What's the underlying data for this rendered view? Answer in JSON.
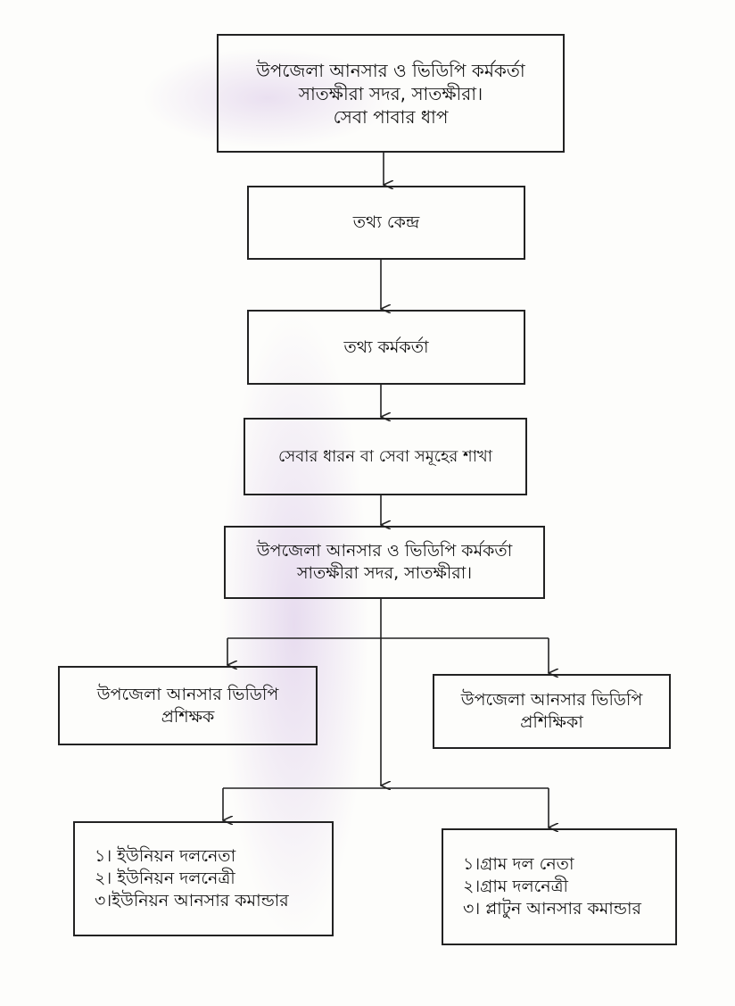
{
  "boxes": {
    "header": {
      "line1": "উপজেলা আনসার ও ভিডিপি কর্মকর্তা",
      "line2": "সাতক্ষীরা সদর, সাতক্ষীরা।",
      "line3": "সেবা পাবার ধাপ"
    },
    "info_center": "তথ্য কেন্দ্র",
    "info_officer": "তথ্য কর্মকর্তা",
    "service_branch": "সেবার ধারন বা সেবা সমূহের শাখা",
    "officer": {
      "line1": "উপজেলা আনসার ও ভিডিপি কর্মকর্তা",
      "line2": "সাতক্ষীরা সদর, সাতক্ষীরা।"
    },
    "trainer_male": {
      "line1": "উপজেলা আনসার ভিডিপি",
      "line2": "প্রশিক্ষক"
    },
    "trainer_female": {
      "line1": "উপজেলা আনসার ভিডিপি",
      "line2": "প্রশিক্ষিকা"
    },
    "union_list": [
      "১। ইউনিয়ন দলনেতা",
      "২। ইউনিয়ন দলনেত্রী",
      "৩।ইউনিয়ন আনসার কমান্ডার"
    ],
    "village_list": [
      "১।গ্রাম দল নেতা",
      "২।গ্রাম দলনেত্রী",
      "৩। প্লাটুন আনসার কমান্ডার"
    ]
  }
}
